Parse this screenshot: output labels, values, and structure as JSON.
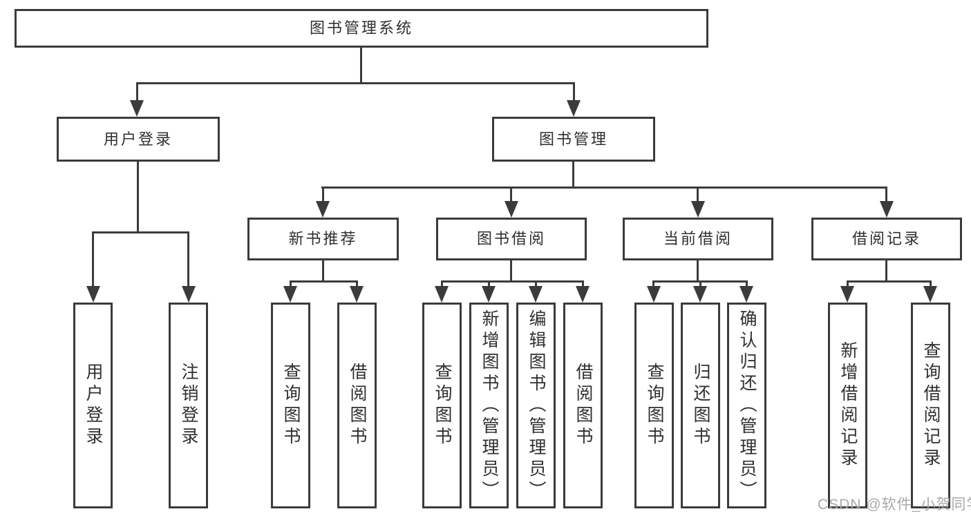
{
  "diagram": {
    "root_label": "图书管理系统",
    "level2": [
      {
        "label": "用户登录",
        "children": [
          {
            "label": "用户登录"
          },
          {
            "label": "注销登录"
          }
        ]
      },
      {
        "label": "图书管理",
        "children": [
          {
            "label": "新书推荐",
            "children": [
              {
                "label": "查询图书"
              },
              {
                "label": "借阅图书"
              }
            ]
          },
          {
            "label": "图书借阅",
            "children": [
              {
                "label": "查询图书"
              },
              {
                "label": "新增图书（管理员）"
              },
              {
                "label": "编辑图书（管理员）"
              },
              {
                "label": "借阅图书"
              }
            ]
          },
          {
            "label": "当前借阅",
            "children": [
              {
                "label": "查询图书"
              },
              {
                "label": "归还图书"
              },
              {
                "label": "确认归还（管理员）"
              }
            ]
          },
          {
            "label": "借阅记录",
            "children": [
              {
                "label": "新增借阅记录"
              },
              {
                "label": "查询借阅记录"
              }
            ]
          }
        ]
      }
    ]
  },
  "watermark": {
    "text": "CSDN @软件_小贺同学",
    "color": "#a9a9a9"
  },
  "colors": {
    "line": "#3b3b3b",
    "text": "#2f2f2f",
    "background": "#ffffff"
  }
}
